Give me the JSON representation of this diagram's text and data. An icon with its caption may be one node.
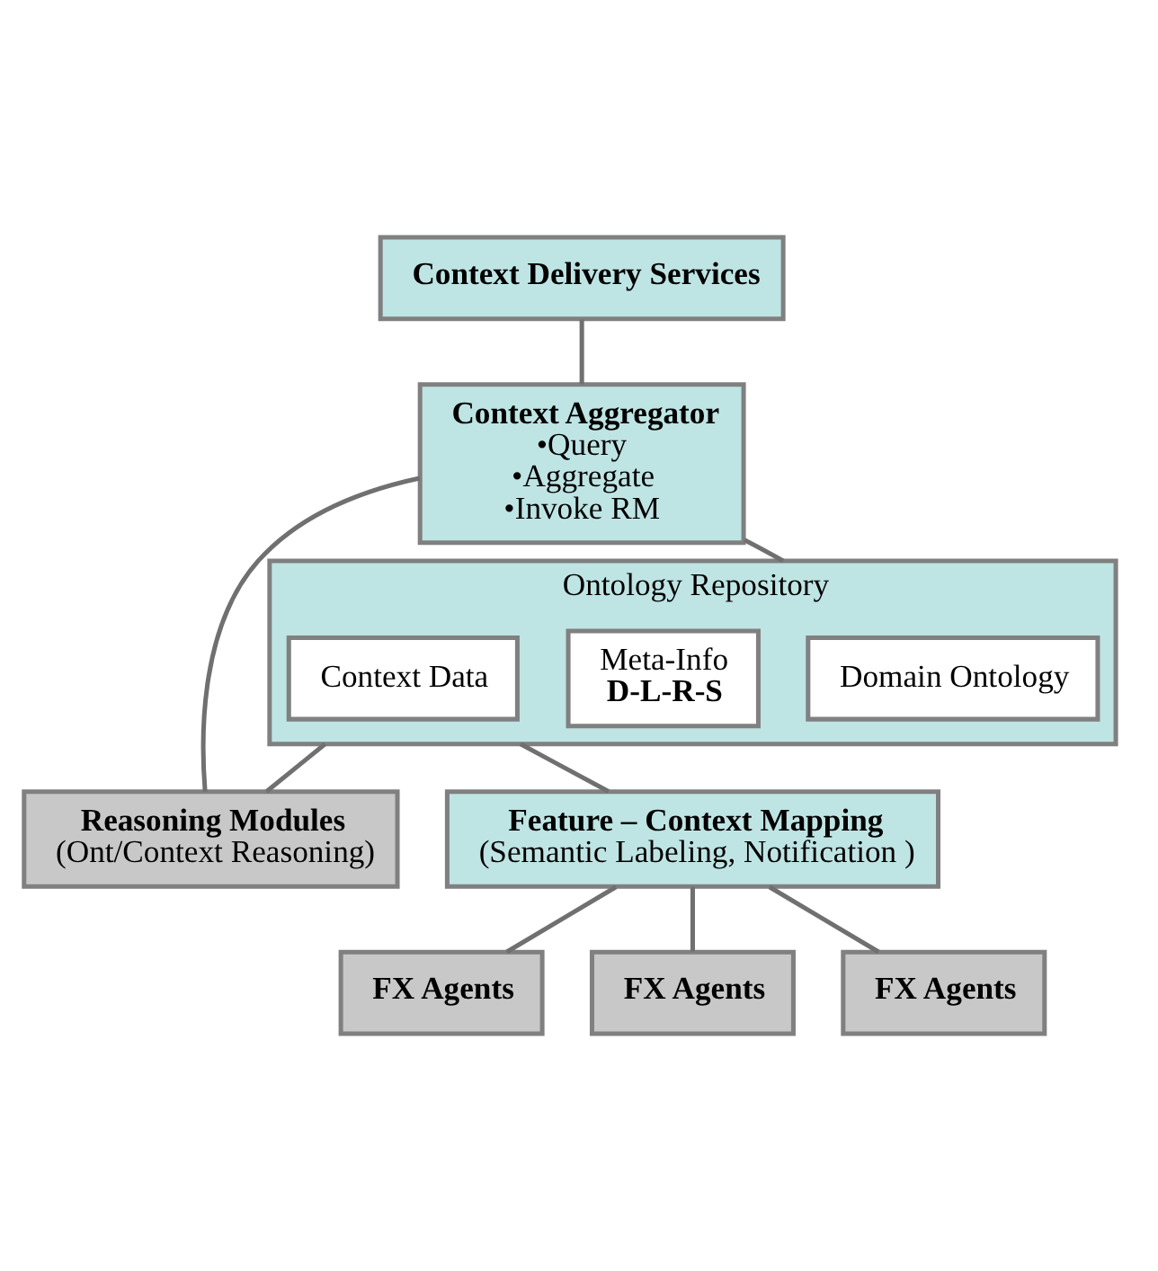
{
  "diagram": {
    "nodes": [
      {
        "text": [
          "Context Delivery Services"
        ]
      },
      {
        "text": [
          "Context Aggregator",
          "•Query",
          "•Aggregate",
          "•Invoke RM"
        ]
      },
      {
        "text": [
          "Ontology Repository"
        ]
      },
      {
        "text": [
          "Domain Ontology"
        ],
        "in": 2
      },
      {
        "text": [
          "Meta-Info",
          "D-L-R-S"
        ],
        "in": 2
      },
      {
        "text": [
          "Context Data"
        ],
        "in": 2
      },
      {
        "text": [
          "Reasoning Modules",
          "(Ont/Context Reasoning)"
        ]
      },
      {
        "text": [
          "Feature – Context Mapping",
          "(Semantic Labeling, Notification )"
        ]
      },
      {
        "text": [
          "FX Agents"
        ]
      },
      {
        "text": [
          "FX Agents"
        ]
      },
      {
        "text": [
          "FX Agents"
        ]
      }
    ],
    "edges": [
      {
        "from": 0,
        "to": 1,
        "arrow": "none"
      },
      {
        "from": 1,
        "to": 2,
        "arrow": "none"
      },
      {
        "from": 1,
        "to": 6,
        "arrow": "none"
      },
      {
        "from": 2,
        "to": 6,
        "arrow": "none"
      },
      {
        "from": 2,
        "to": 7,
        "arrow": "none"
      },
      {
        "from": 7,
        "to": 8,
        "arrow": "none"
      },
      {
        "from": 7,
        "to": 9,
        "arrow": "none"
      },
      {
        "from": 7,
        "to": 10,
        "arrow": "none"
      }
    ]
  }
}
